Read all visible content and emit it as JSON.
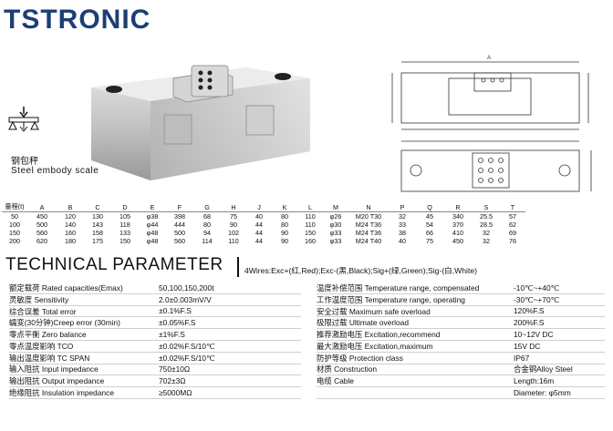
{
  "brand": {
    "name": "TSTRONIC"
  },
  "product": {
    "caption_cn": "钢包秤",
    "caption_en": "Steel embody scale"
  },
  "dims_table": {
    "headers": [
      "量程(t)",
      "A",
      "B",
      "C",
      "D",
      "E",
      "F",
      "G",
      "H",
      "J",
      "K",
      "L",
      "M",
      "N",
      "P",
      "Q",
      "R",
      "S",
      "T"
    ],
    "rows": [
      [
        "50",
        "450",
        "120",
        "130",
        "105",
        "φ38",
        "398",
        "68",
        "75",
        "40",
        "80",
        "110",
        "φ26",
        "M20 T30",
        "32",
        "45",
        "340",
        "25.5",
        "57"
      ],
      [
        "100",
        "500",
        "140",
        "143",
        "118",
        "φ44",
        "444",
        "80",
        "90",
        "44",
        "80",
        "110",
        "φ30",
        "M24 T36",
        "33",
        "54",
        "370",
        "28.5",
        "62"
      ],
      [
        "150",
        "560",
        "160",
        "158",
        "133",
        "φ48",
        "500",
        "94",
        "102",
        "44",
        "90",
        "150",
        "φ33",
        "M24 T36",
        "38",
        "66",
        "410",
        "32",
        "69"
      ],
      [
        "200",
        "620",
        "180",
        "175",
        "150",
        "φ48",
        "560",
        "114",
        "110",
        "44",
        "90",
        "160",
        "φ33",
        "M24 T40",
        "40",
        "75",
        "450",
        "32",
        "76"
      ]
    ]
  },
  "technical": {
    "title": "TECHNICAL PARAMETER",
    "wires": "4Wires:Exc+(红,Red);Exc-(黑,Black);Sig+(绿,Green);Sig-(白,White)",
    "left": [
      {
        "label": "额定载荷 Rated capacities(Emax)",
        "value": "50,100,150,200t"
      },
      {
        "label": "灵敏度 Sensitivity",
        "value": "2.0±0.003mV/V"
      },
      {
        "label": "综合误差 Total error",
        "value": "±0.1%F.S"
      },
      {
        "label": "蠕变(30分钟)Creep error (30min)",
        "value": "±0.05%F.S"
      },
      {
        "label": "零点平衡 Zero balance",
        "value": "±1%F.S"
      },
      {
        "label": "零点温度影响 TCO",
        "value": "±0.02%F.S/10℃"
      },
      {
        "label": "输出温度影响 TC SPAN",
        "value": "±0.02%F.S/10℃"
      },
      {
        "label": "输入阻抗 Input impedance",
        "value": "750±10Ω"
      },
      {
        "label": "输出阻抗 Output impedance",
        "value": "702±3Ω"
      },
      {
        "label": "绝缘阻抗 Insulation impedance",
        "value": "≥5000MΩ"
      }
    ],
    "right": [
      {
        "label": "温度补偿范围 Temperature range, compensated",
        "value": "-10℃~+40℃"
      },
      {
        "label": "工作温度范围 Temperature range, operating",
        "value": "-30℃~+70℃"
      },
      {
        "label": "安全过载 Maximum safe overload",
        "value": "120%F.S"
      },
      {
        "label": "极限过载 Ultimate overload",
        "value": "200%F.S"
      },
      {
        "label": "推荐激励电压 Excitation,recommend",
        "value": "10~12V DC"
      },
      {
        "label": "最大激励电压 Excitation,maximum",
        "value": "15V DC"
      },
      {
        "label": "防护等级 Protection class",
        "value": "IP67"
      },
      {
        "label": "材质 Construction",
        "value": "合金钢Alloy Steel"
      },
      {
        "label": "电缆 Cable",
        "value": "Length:16m"
      },
      {
        "label": "",
        "value": "Diameter: φ5mm"
      }
    ]
  }
}
